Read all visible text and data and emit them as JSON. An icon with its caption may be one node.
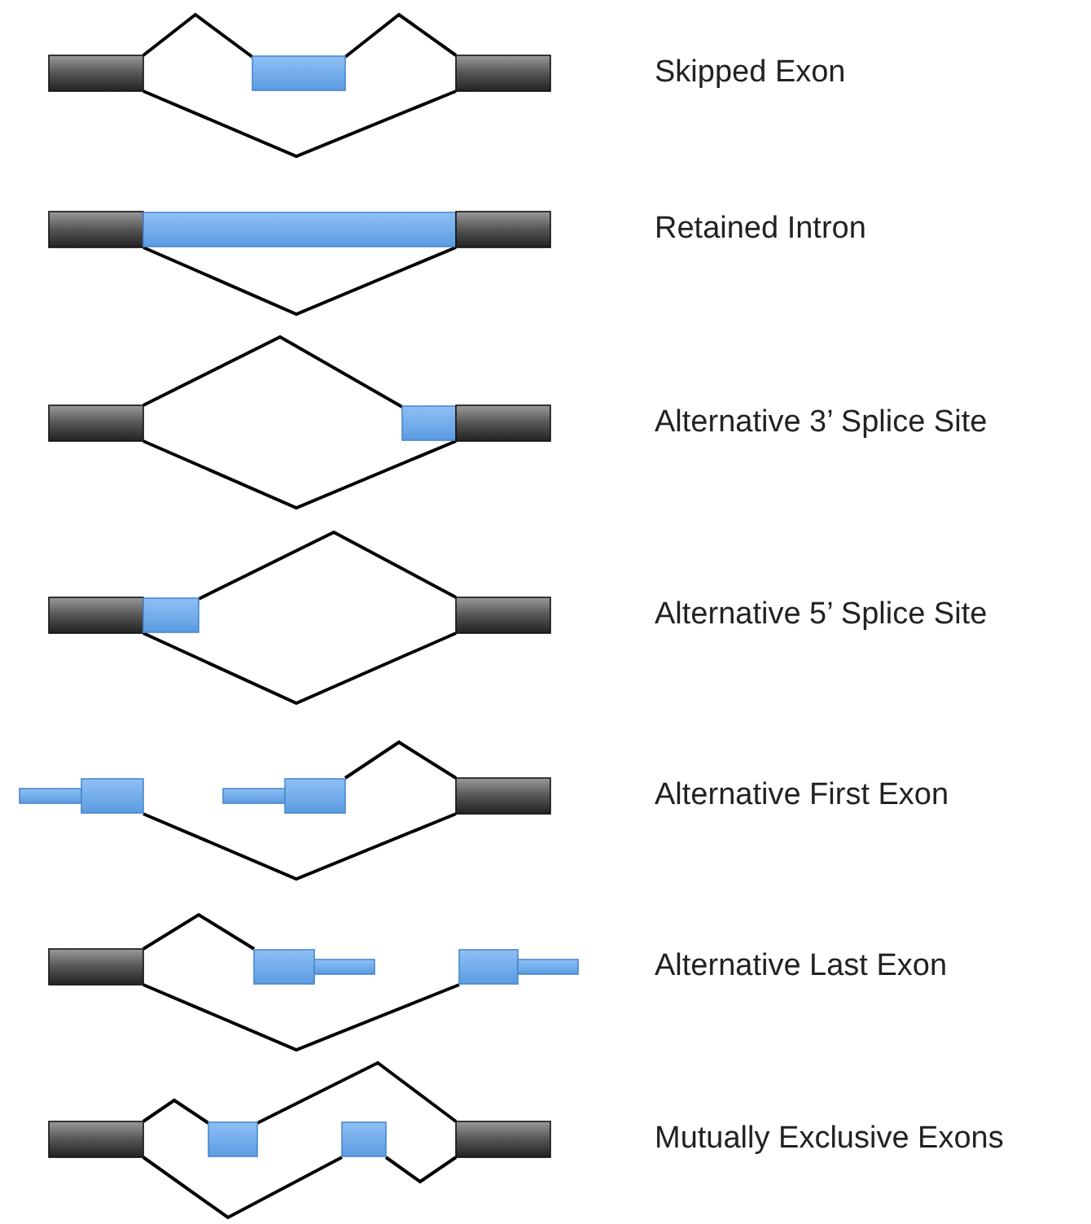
{
  "diagram": {
    "labels": [
      "Skipped Exon",
      "Retained Intron",
      "Alternative 3’ Splice Site",
      "Alternative 5’ Splice Site",
      "Alternative First Exon",
      "Alternative Last Exon",
      "Mutually Exclusive Exons"
    ]
  }
}
